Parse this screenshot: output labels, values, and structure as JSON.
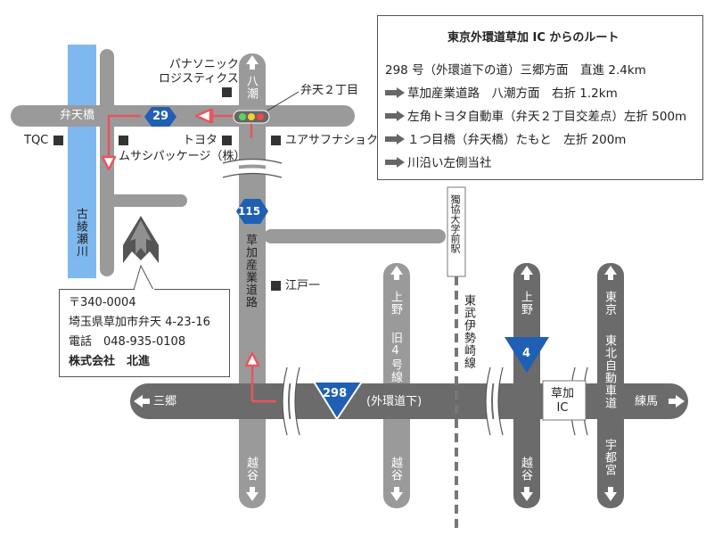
{
  "route_box": {
    "title": "東京外環道草加 IC からのルート",
    "start": "298 号（外環道下の道）三郷方面　直進 2.4km",
    "steps": [
      "草加産業道路　八潮方面　右折 1.2km",
      "左角トヨタ自動車（弁天２丁目交差点）左折 500m",
      "１つ目橋（弁天橋）たもと　左折 200m",
      "川沿い左側当社"
    ]
  },
  "address_box": {
    "postal": "〒340-0004",
    "address": "埼玉県草加市弁天 4-23-16",
    "phone": "電話　048-935-0108",
    "company": "株式会社　北進"
  },
  "roads": {
    "route29": "29",
    "route115": "115",
    "route298": "298",
    "route4": "4",
    "benten_bridge": "弁天橋",
    "main_road": "(外環道下)",
    "soka_sangyo": "草加産業道路",
    "kyu4": "旧4号線",
    "tobu": "東武伊勢崎線",
    "tohoku": "東北自動車道",
    "ic": "草加\nIC"
  },
  "directions": {
    "yashio": "八潮",
    "misato": "三郷",
    "nerima": "練馬",
    "koshigaya1": "越谷",
    "koshigaya2": "越谷",
    "koshigaya3": "越谷",
    "ueno1": "上野",
    "ueno2": "上野",
    "tokyo": "東京",
    "utsunomiya": "宇都宮"
  },
  "landmarks": {
    "panasonic": "パナソニック\nロジスティクス",
    "tqc": "TQC",
    "toyota": "トヨタ",
    "yuasa": "ユアサフナショク",
    "musashi": "ムサシパッケージ（株）",
    "edoichi": "江戸一",
    "benten2": "弁天２丁目",
    "river": "古綾瀬川",
    "station": "獨協大学前駅"
  },
  "colors": {
    "road": "#9a9a9a",
    "dark_road": "#6b6b6b",
    "river": "#7fb8ee",
    "shield": "#1f5fb4",
    "route_arrow": "#e8555b"
  }
}
